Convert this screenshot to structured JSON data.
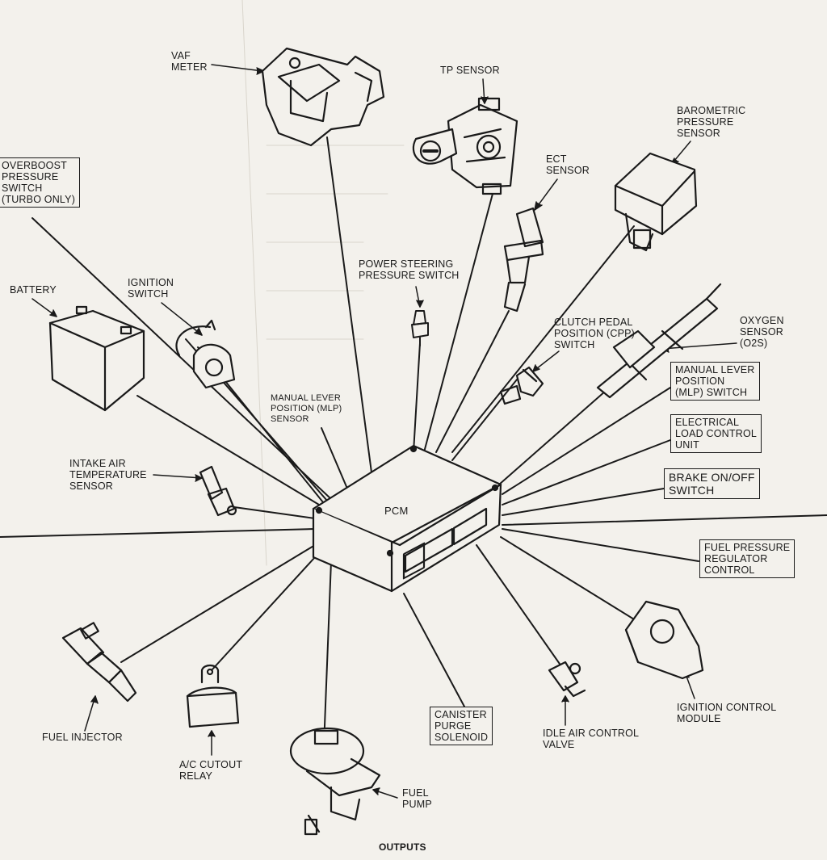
{
  "diagram": {
    "center": "PCM",
    "footer": "OUTPUTS",
    "labels": {
      "vaf_meter": "VAF\nMETER",
      "tp_sensor": "TP SENSOR",
      "barometric": "BAROMETRIC\nPRESSURE\nSENSOR",
      "overboost": "OVERBOOST\nPRESSURE\nSWITCH\n(TURBO ONLY)",
      "ect": "ECT\nSENSOR",
      "ps_switch": "POWER STEERING\nPRESSURE SWITCH",
      "battery": "BATTERY",
      "ignition_switch": "IGNITION\nSWITCH",
      "cpp": "CLUTCH PEDAL\nPOSITION (CPP)\nSWITCH",
      "oxygen": "OXYGEN\nSENSOR\n(O2S)",
      "mlp_switch": "MANUAL LEVER\nPOSITION\n(MLP) SWITCH",
      "mlp_sensor": "MANUAL LEVER\nPOSITION (MLP)\nSENSOR",
      "elcu": "ELECTRICAL\nLOAD CONTROL\nUNIT",
      "iat": "INTAKE AIR\nTEMPERATURE\nSENSOR",
      "brake": "BRAKE ON/OFF\nSWITCH",
      "fpr": "FUEL PRESSURE\nREGULATOR\nCONTROL",
      "canister": "CANISTER\nPURGE\nSOLENOID",
      "fuel_injector": "FUEL INJECTOR",
      "ac_relay": "A/C CUTOUT\nRELAY",
      "iac": "IDLE AIR CONTROL\nVALVE",
      "icm": "IGNITION CONTROL\nMODULE",
      "fuel_pump": "FUEL\nPUMP"
    }
  }
}
